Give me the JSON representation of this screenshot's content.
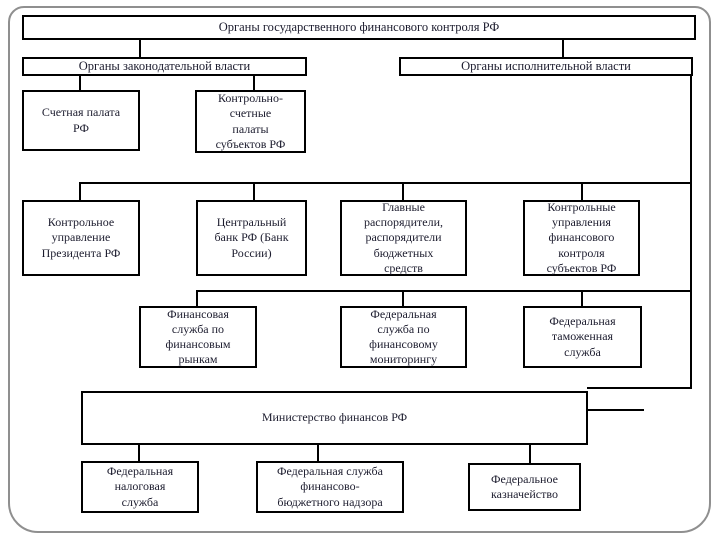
{
  "diagram": {
    "title": "Органы государственного финансового контроля РФ",
    "colors": {
      "box_border": "#000000",
      "text": "#1c1c2e",
      "frame_border": "#8f8f8f",
      "background": "#ffffff"
    },
    "nodes": {
      "root": {
        "label": "Органы государственного финансового контроля РФ"
      },
      "legislative": {
        "label": "Органы законодательной власти"
      },
      "executive": {
        "label": "Органы исполнительной власти"
      },
      "accounts_chamber": {
        "label": "Счетная палата\nРФ"
      },
      "regional_accounts_chambers": {
        "label": "Контрольно-\nсчетные\nпалаты\nсубъектов РФ"
      },
      "presidential_control_directorate": {
        "label": "Контрольное\nуправление\nПрезидента РФ"
      },
      "central_bank": {
        "label": "Центральный\nбанк РФ (Банк\nРоссии)"
      },
      "budget_administrators": {
        "label": "Главные\nраспорядители,\nраспорядители\nбюджетных\nсредств"
      },
      "regional_financial_control": {
        "label": "Контрольные\nуправления\nфинансового\nконтроля\nсубъектов РФ"
      },
      "financial_markets_service": {
        "label": "Финансовая\nслужба по\nфинансовым\nрынкам"
      },
      "financial_monitoring_service": {
        "label": "Федеральная\nслужба по\nфинансовому\nмониторингу"
      },
      "customs_service": {
        "label": "Федеральная\nтаможенная\nслужба"
      },
      "ministry_of_finance": {
        "label": "Министерство финансов РФ"
      },
      "tax_service": {
        "label": "Федеральная\nналоговая\nслужба"
      },
      "budget_supervision_service": {
        "label": "Федеральная служба\nфинансово-\nбюджетного надзора"
      },
      "treasury": {
        "label": "Федеральное\nказначейство"
      }
    },
    "edges": [
      {
        "from": "root",
        "to": "legislative"
      },
      {
        "from": "root",
        "to": "executive"
      },
      {
        "from": "legislative",
        "to": "accounts_chamber"
      },
      {
        "from": "legislative",
        "to": "regional_accounts_chambers"
      },
      {
        "from": "executive",
        "to": "presidential_control_directorate"
      },
      {
        "from": "executive",
        "to": "central_bank"
      },
      {
        "from": "executive",
        "to": "budget_administrators"
      },
      {
        "from": "executive",
        "to": "regional_financial_control"
      },
      {
        "from": "executive",
        "to": "financial_markets_service"
      },
      {
        "from": "executive",
        "to": "financial_monitoring_service"
      },
      {
        "from": "executive",
        "to": "customs_service"
      },
      {
        "from": "executive",
        "to": "ministry_of_finance"
      },
      {
        "from": "ministry_of_finance",
        "to": "tax_service"
      },
      {
        "from": "ministry_of_finance",
        "to": "budget_supervision_service"
      },
      {
        "from": "ministry_of_finance",
        "to": "treasury"
      }
    ]
  }
}
